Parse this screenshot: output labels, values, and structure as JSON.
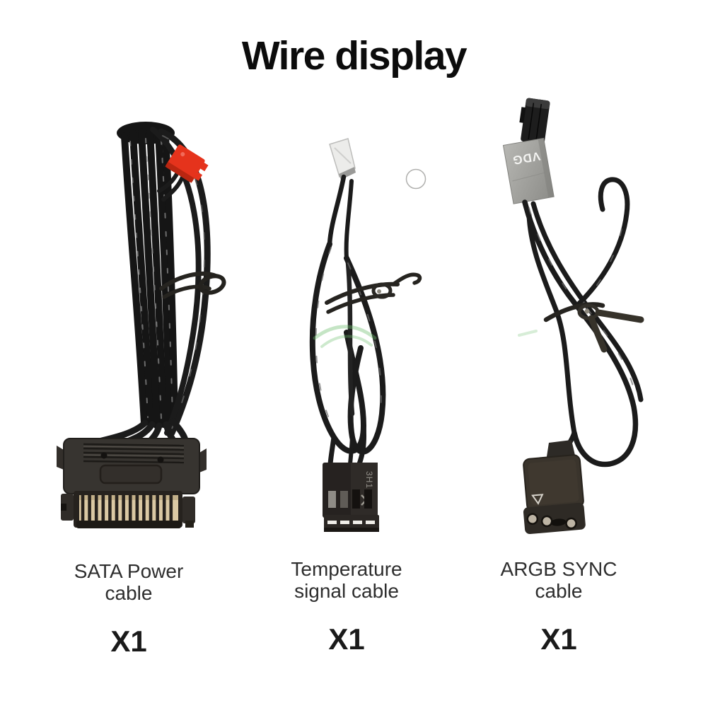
{
  "title": "Wire display",
  "products": [
    {
      "name": "sata-power-cable",
      "label_line1": "SATA Power",
      "label_line2": "cable",
      "quantity": "X1"
    },
    {
      "name": "temperature-signal-cable",
      "label_line1": "Temperature",
      "label_line2": "signal cable",
      "quantity": "X1"
    },
    {
      "name": "argb-sync-cable",
      "label_line1": "ARGB SYNC",
      "label_line2": "cable",
      "quantity": "X1"
    }
  ],
  "markings": {
    "argb_tag": "VDG",
    "temp_connector": "3H1"
  },
  "colors": {
    "background": "#ffffff",
    "cable_black": "#1b1b1b",
    "accent_red": "#e5331c",
    "pin_gold": "#dbc9a4",
    "tag_grey": "#9d9d99",
    "watermark_green": "#6fbf6f"
  }
}
